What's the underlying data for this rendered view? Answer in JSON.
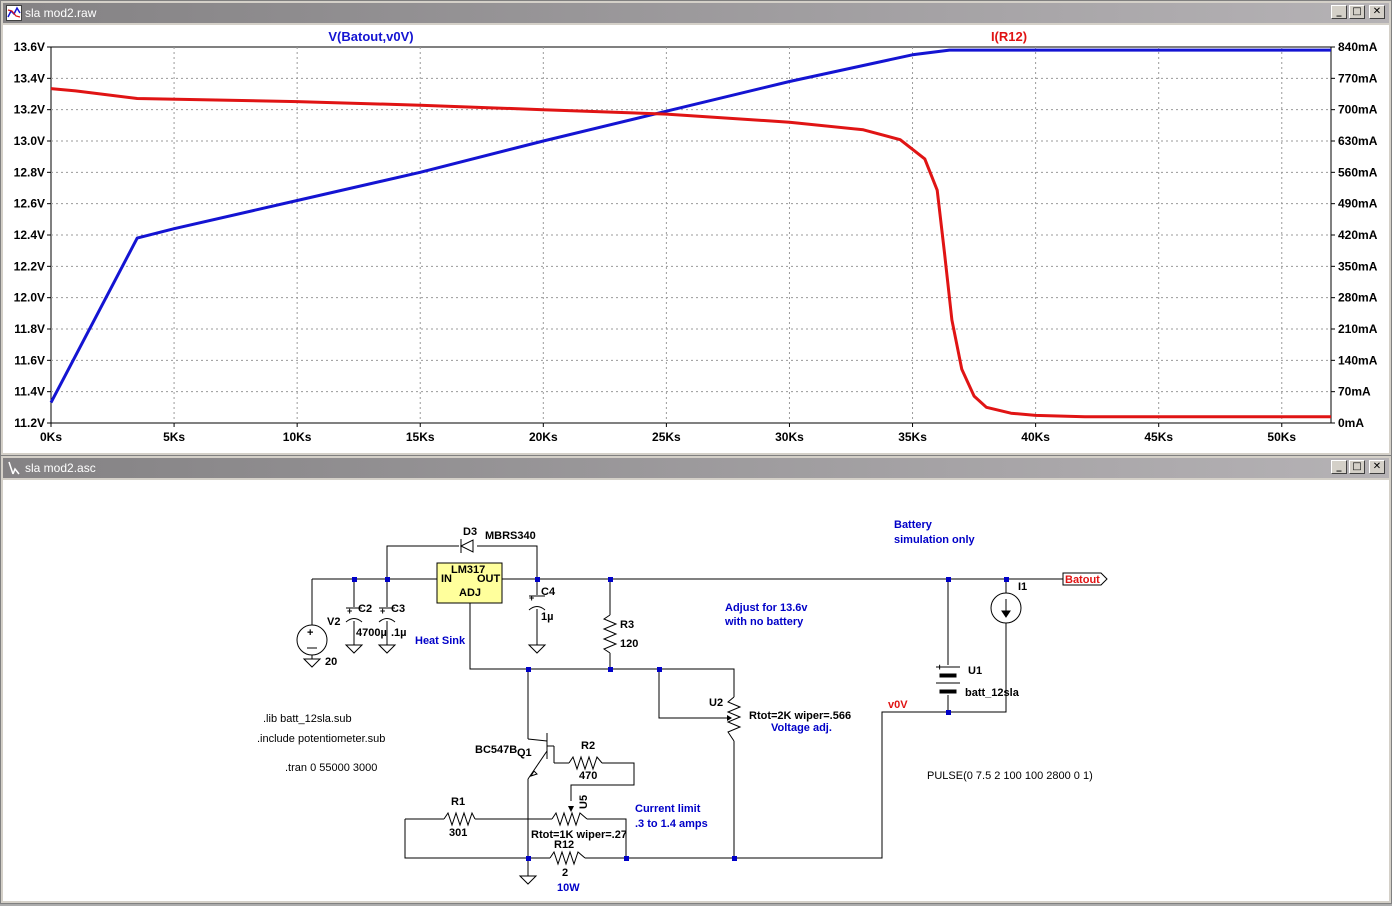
{
  "windows": {
    "plot_title": "sla mod2.raw",
    "schematic_title": "sla mod2.asc",
    "minimize": "_",
    "restore": "□",
    "close": "✕"
  },
  "plot": {
    "trace1_label": "V(Batout,v0V)",
    "trace2_label": "I(R12)",
    "trace1_color": "#1414d2",
    "trace2_color": "#e01414",
    "left_ticks": [
      "13.6V",
      "13.4V",
      "13.2V",
      "13.0V",
      "12.8V",
      "12.6V",
      "12.4V",
      "12.2V",
      "12.0V",
      "11.8V",
      "11.6V",
      "11.4V",
      "11.2V"
    ],
    "right_ticks": [
      "840mA",
      "770mA",
      "700mA",
      "630mA",
      "560mA",
      "490mA",
      "420mA",
      "350mA",
      "280mA",
      "210mA",
      "140mA",
      "70mA",
      "0mA"
    ],
    "x_ticks": [
      "0Ks",
      "5Ks",
      "10Ks",
      "15Ks",
      "20Ks",
      "25Ks",
      "30Ks",
      "35Ks",
      "40Ks",
      "45Ks",
      "50Ks"
    ]
  },
  "chart_data": {
    "type": "line",
    "xlabel": "",
    "xlim": [
      0,
      52000
    ],
    "ylim_left": [
      11.2,
      13.6
    ],
    "ylim_right": [
      0,
      840
    ],
    "grid": true,
    "series": [
      {
        "name": "V(Batout,v0V)",
        "axis": "left",
        "units": "V",
        "x": [
          0,
          3500,
          5000,
          10000,
          15000,
          20000,
          25000,
          30000,
          35000,
          36500,
          40000,
          45000,
          52000
        ],
        "y": [
          11.33,
          12.38,
          12.44,
          12.62,
          12.8,
          13.0,
          13.19,
          13.38,
          13.55,
          13.58,
          13.58,
          13.58,
          13.58
        ]
      },
      {
        "name": "I(R12)",
        "axis": "right",
        "units": "mA",
        "x": [
          0,
          1000,
          3500,
          10000,
          15000,
          20000,
          25000,
          30000,
          33000,
          34500,
          35500,
          36000,
          36300,
          36600,
          37000,
          37500,
          38000,
          39000,
          40000,
          42000,
          52000
        ],
        "y": [
          747,
          742,
          725,
          718,
          710,
          700,
          690,
          672,
          655,
          633,
          590,
          520,
          380,
          230,
          120,
          60,
          35,
          22,
          17,
          14,
          14
        ]
      }
    ]
  },
  "schematic": {
    "d3_ref": "D3",
    "d3_value": "MBRS340",
    "lm317": "LM317",
    "lm317_in": "IN",
    "lm317_out": "OUT",
    "lm317_adj": "ADJ",
    "c4_ref": "C4",
    "c4_value": "1µ",
    "c2_ref": "C2",
    "c2_value": "4700µ",
    "c3_ref": "C3",
    "c3_value": ".1µ",
    "v2_ref": "V2",
    "v2_value": "20",
    "heat_sink": "Heat Sink",
    "r3_ref": "R3",
    "r3_value": "120",
    "adjust_line1": "Adjust for 13.6v",
    "adjust_line2": "with no battery",
    "battery_line1": "Battery",
    "battery_line2": "simulation only",
    "batout": "Batout",
    "i1_ref": "I1",
    "u1_ref": "U1",
    "u1_value": "batt_12sla",
    "u2_ref": "U2",
    "u2_value": "Rtot=2K wiper=.566",
    "u2_note": "Voltage adj.",
    "v0v": "v0V",
    "lib_line": ".lib batt_12sla.sub",
    "include_line": ".include potentiometer.sub",
    "tran_line": ".tran 0 55000 3000",
    "pulse_line": "PULSE(0 7.5 2 100 100 2800 0 1)",
    "q1_model": "BC547B",
    "q1_ref": "Q1",
    "r2_ref": "R2",
    "r2_value": "470",
    "u5_ref": "U5",
    "u5_value": "Rtot=1K wiper=.27",
    "current_line1": "Current limit",
    "current_line2": ".3 to 1.4 amps",
    "r1_ref": "R1",
    "r1_value": "301",
    "r12_ref": "R12",
    "r12_value": "2",
    "r12_power": "10W"
  }
}
